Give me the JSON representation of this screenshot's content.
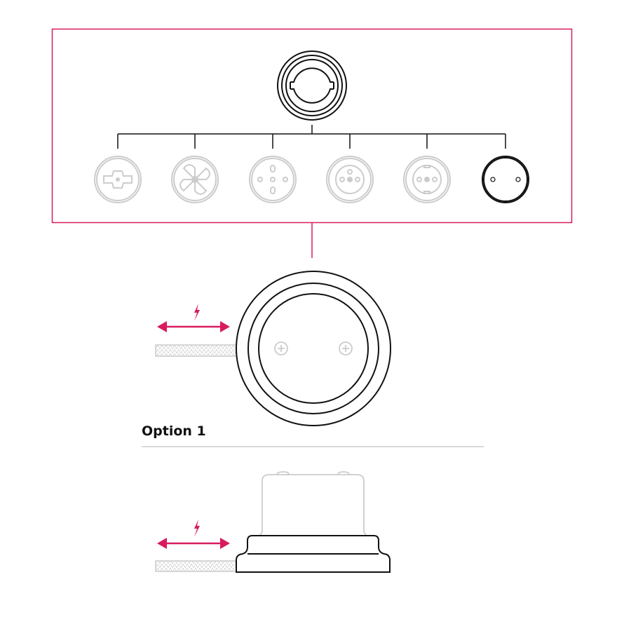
{
  "colors": {
    "accent": "#d81b5f",
    "ink": "#111111",
    "muted": "#c8c8c8"
  },
  "option_label": "Option 1",
  "variants": [
    {
      "name": "rotary-switch",
      "selected": false
    },
    {
      "name": "four-way-rotary-switch",
      "selected": false
    },
    {
      "name": "two-pin-socket",
      "selected": false
    },
    {
      "name": "french-socket",
      "selected": false
    },
    {
      "name": "schuko-socket",
      "selected": false
    },
    {
      "name": "blank-cover",
      "selected": true
    }
  ]
}
